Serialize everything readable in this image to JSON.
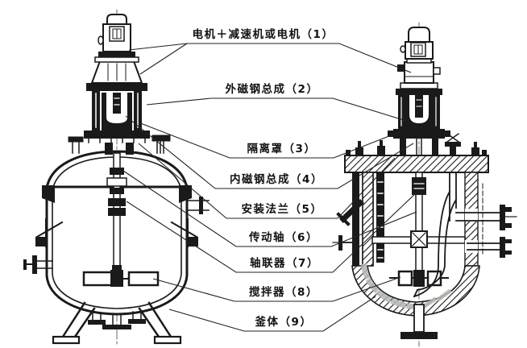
{
  "figure_type": "technical-assembly-diagram",
  "callouts": [
    {
      "id": "motor-reducer",
      "text": "电机＋减速机或电机（1）"
    },
    {
      "id": "outer-magnet-assembly",
      "text": "外磁钢总成（2）"
    },
    {
      "id": "isolation-shroud",
      "text": "隔离罩（3）"
    },
    {
      "id": "inner-magnet-assembly",
      "text": "内磁钢总成（4）"
    },
    {
      "id": "mounting-flange",
      "text": "安装法兰（5）"
    },
    {
      "id": "drive-shaft",
      "text": "传动轴（6）"
    },
    {
      "id": "coupling",
      "text": "轴联器（7）"
    },
    {
      "id": "agitator",
      "text": "搅拌器（8）"
    },
    {
      "id": "kettle-body",
      "text": "釜体（9）"
    }
  ],
  "colors": {
    "line": "#1a1a1a",
    "leader_line": "#222222",
    "background": "#ffffff",
    "watermark": "#b4bab2"
  }
}
